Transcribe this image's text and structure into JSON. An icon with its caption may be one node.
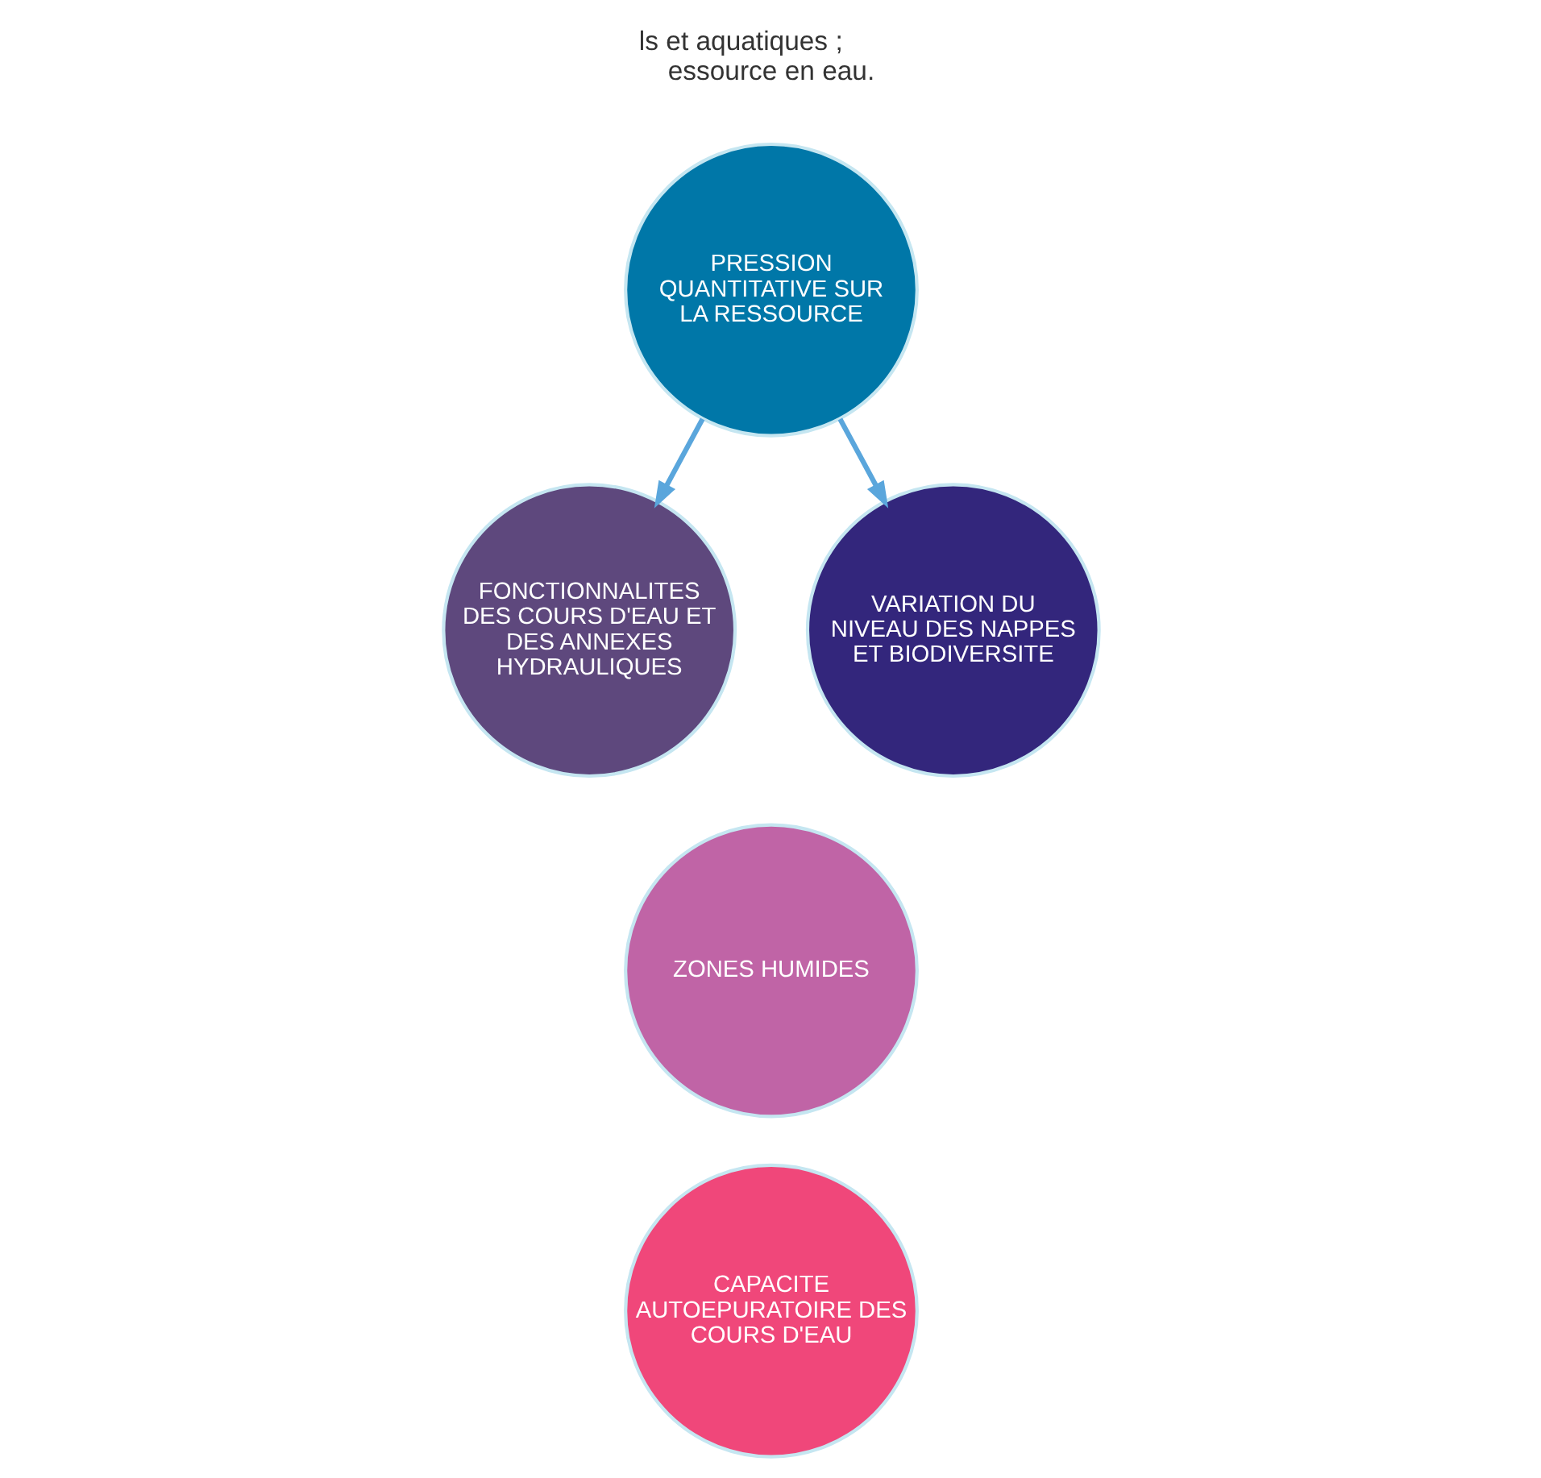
{
  "diagram": {
    "nodes": [
      {
        "text": [
          "PRESSION QUANTITATIVE SUR LA RESSOURCE"
        ]
      },
      {
        "text": [
          "FONCTIONNALITES DES COURS D'EAU ET DES ANNEXES HYDRAULIQUES"
        ]
      },
      {
        "text": [
          "VARIATION DU NIVEAU DES NAPPES ET BIODIVERSITE"
        ]
      },
      {
        "text": [
          "ZONES HUMIDES"
        ]
      },
      {
        "text": [
          "CAPACITE AUTOEPURATOIRE DES COURS D'EAU"
        ]
      }
    ],
    "edges": [
      {
        "from": 0,
        "to": 1,
        "arrow": "to"
      },
      {
        "from": 0,
        "to": 2,
        "arrow": "to"
      }
    ],
    "labels": [
      "ls et aquatiques ;",
      "essource en eau."
    ]
  }
}
